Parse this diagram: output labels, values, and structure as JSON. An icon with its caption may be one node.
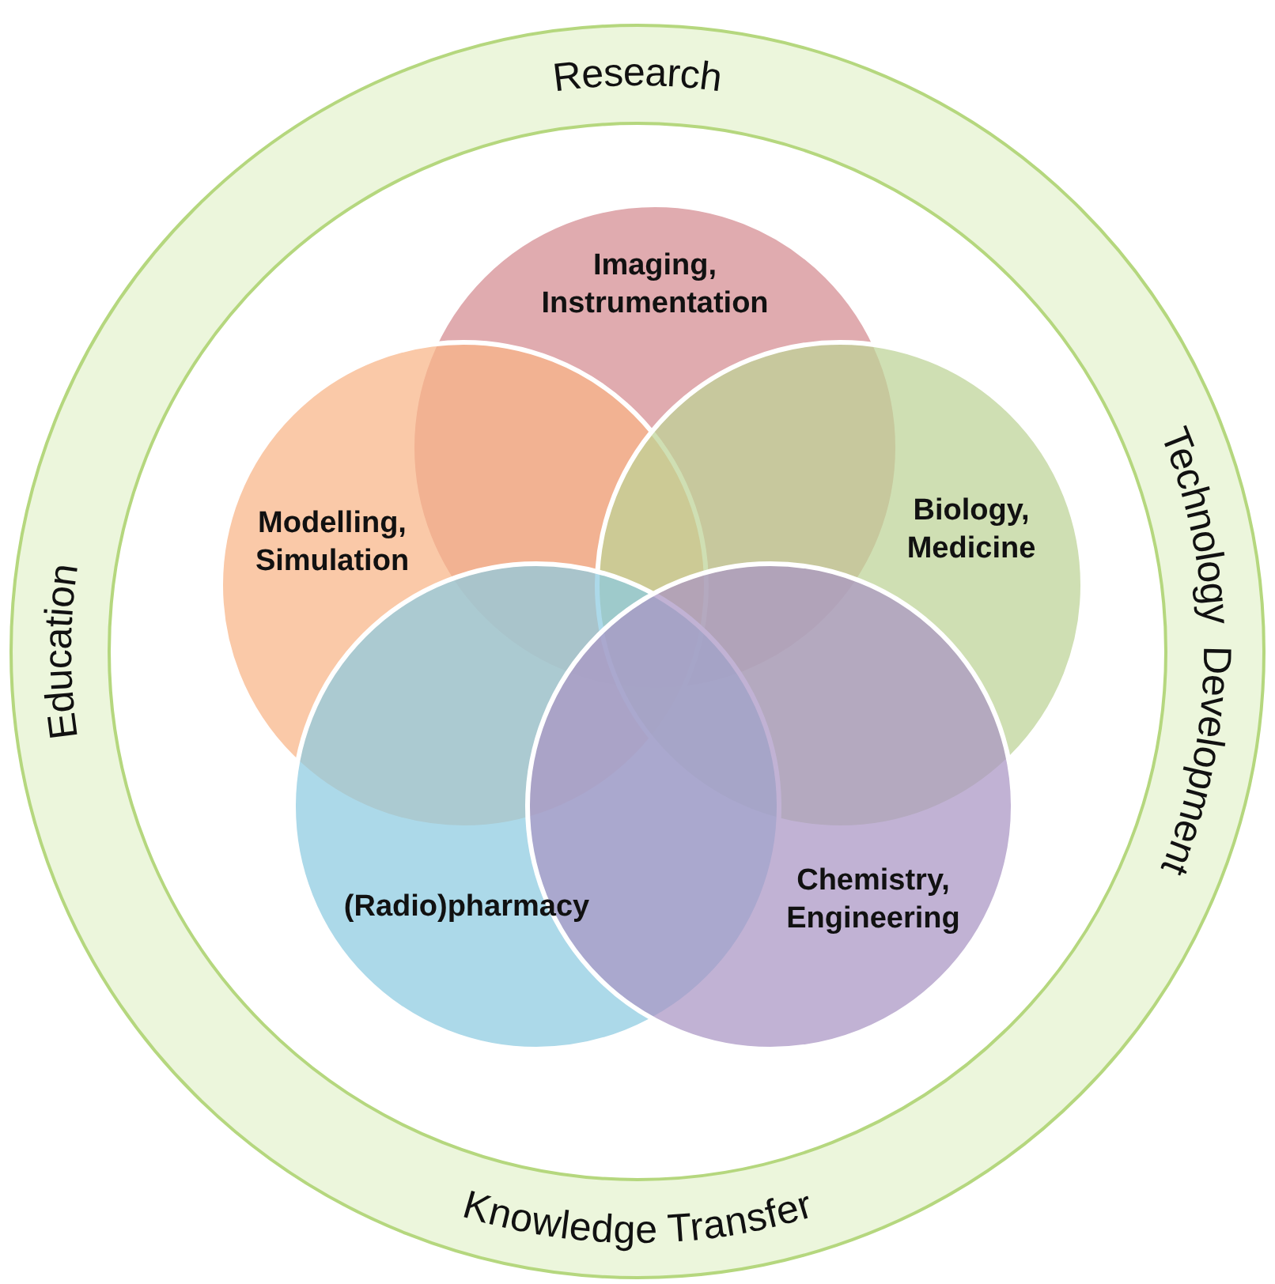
{
  "diagram": {
    "nodes": [
      {
        "text": [
          "Research",
          "Technology  Development",
          "Knowledge Transfer",
          "Education"
        ]
      },
      {
        "text": [
          "Imaging, Instrumentation"
        ],
        "in": 0
      },
      {
        "text": [
          "Modelling, Simulation"
        ],
        "in": 0
      },
      {
        "text": [
          "Biology, Medicine"
        ],
        "in": 0
      },
      {
        "text": [
          "(Radio)pharmacy"
        ],
        "in": 0
      },
      {
        "text": [
          "Chemistry, Engineering"
        ],
        "in": 0
      }
    ]
  }
}
